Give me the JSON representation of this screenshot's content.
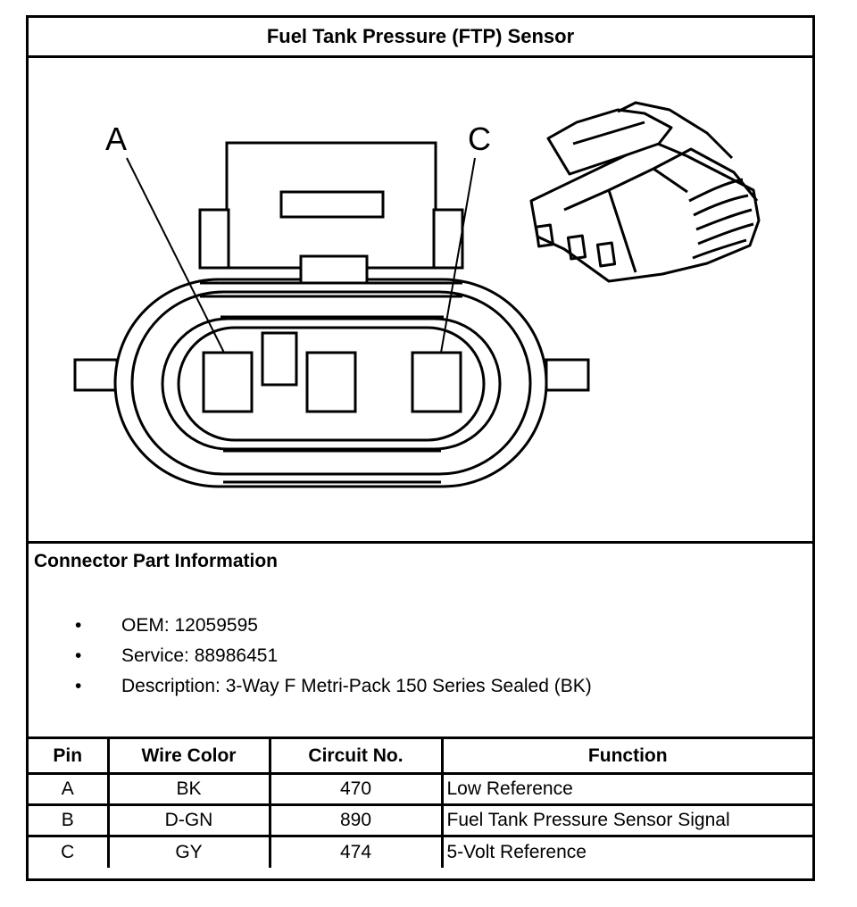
{
  "title": "Fuel Tank Pressure (FTP) Sensor",
  "drawing": {
    "label_a": "A",
    "label_c": "C"
  },
  "info": {
    "heading": "Connector Part Information",
    "bullet": "•",
    "items": [
      "OEM: 12059595",
      "Service: 88986451",
      "Description: 3-Way F Metri-Pack 150 Series Sealed (BK)"
    ]
  },
  "table": {
    "headers": [
      "Pin",
      "Wire Color",
      "Circuit No.",
      "Function"
    ],
    "rows": [
      [
        "A",
        "BK",
        "470",
        "Low Reference"
      ],
      [
        "B",
        "D-GN",
        "890",
        "Fuel Tank Pressure Sensor Signal"
      ],
      [
        "C",
        "GY",
        "474",
        "5-Volt Reference"
      ]
    ]
  }
}
